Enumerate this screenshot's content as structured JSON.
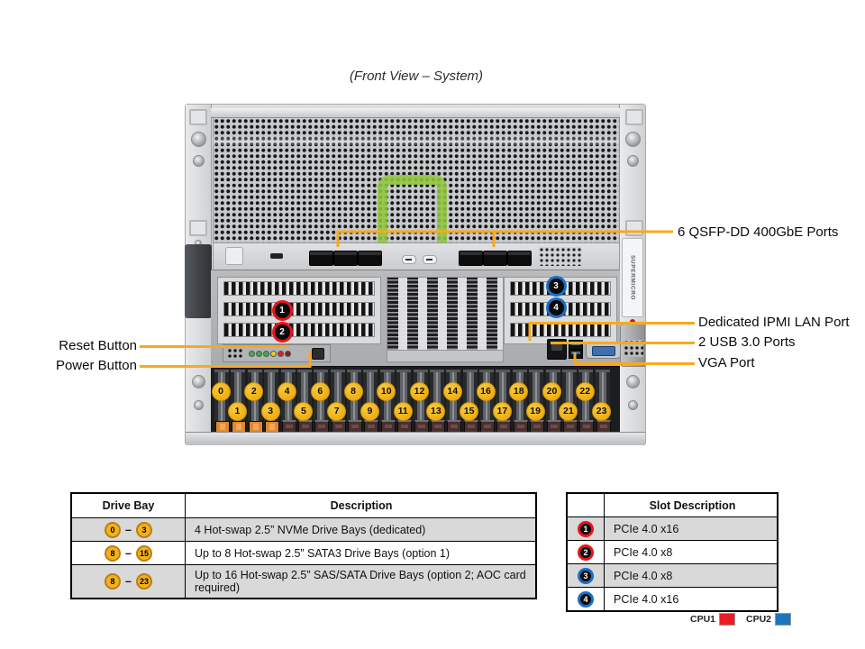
{
  "title": "(Front View – System)",
  "callouts": {
    "qsfp": {
      "label": "6 QSFP-DD 400GbE Ports"
    },
    "reset": {
      "label": "Reset Button"
    },
    "power": {
      "label": "Power Button"
    },
    "ipmi": {
      "label": "Dedicated IPMI LAN Port"
    },
    "usb": {
      "label": "2 USB 3.0 Ports"
    },
    "vga": {
      "label": "VGA Port"
    }
  },
  "chassis": {
    "brand": "SUPERMICRO",
    "slot_badges": [
      {
        "num": "1",
        "ring": "#e8141c"
      },
      {
        "num": "2",
        "ring": "#e8141c"
      },
      {
        "num": "3",
        "ring": "#1a6fc4"
      },
      {
        "num": "4",
        "ring": "#1a6fc4"
      }
    ],
    "drive_bays": [
      "0",
      "1",
      "2",
      "3",
      "4",
      "5",
      "6",
      "7",
      "8",
      "9",
      "10",
      "11",
      "12",
      "13",
      "14",
      "15",
      "16",
      "17",
      "18",
      "19",
      "20",
      "21",
      "22",
      "23"
    ],
    "nvme_dedicated_count": 4
  },
  "drive_table": {
    "col1_header": "Drive Bay",
    "col2_header": "Description",
    "rows": [
      {
        "from": "0",
        "to": "3",
        "description": "4 Hot-swap 2.5” NVMe Drive Bays (dedicated)",
        "shaded": true
      },
      {
        "from": "8",
        "to": "15",
        "description": "Up to 8 Hot-swap 2.5” SATA3 Drive Bays (option 1)",
        "shaded": false
      },
      {
        "from": "8",
        "to": "23",
        "description": "Up to 16 Hot-swap 2.5” SAS/SATA Drive Bays (option 2; AOC card required)",
        "shaded": true
      }
    ]
  },
  "slot_table": {
    "header": "Slot Description",
    "rows": [
      {
        "num": "1",
        "ring": "#e8141c",
        "description": "PCIe 4.0 x16",
        "shaded": true
      },
      {
        "num": "2",
        "ring": "#e8141c",
        "description": "PCIe 4.0 x8",
        "shaded": false
      },
      {
        "num": "3",
        "ring": "#1a6fc4",
        "description": "PCIe 4.0 x8",
        "shaded": true
      },
      {
        "num": "4",
        "ring": "#1a6fc4",
        "description": "PCIe 4.0 x16",
        "shaded": false
      }
    ]
  },
  "legend": {
    "items": [
      {
        "label": "CPU1",
        "color": "#ec1c24"
      },
      {
        "label": "CPU2",
        "color": "#1b75bc"
      }
    ]
  },
  "accent": {
    "callout_line": "#f9a91d",
    "bay_circle": "#f0b01c"
  }
}
